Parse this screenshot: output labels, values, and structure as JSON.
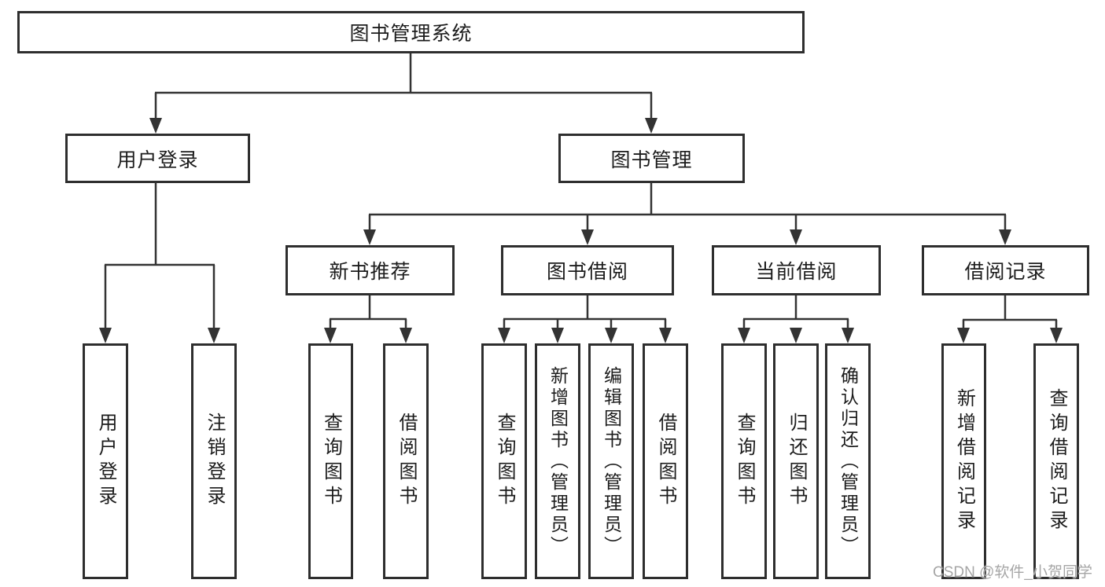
{
  "title": "图书管理系统",
  "watermark": "CSDN @软件_小贺同学",
  "nodes": {
    "root": "图书管理系统",
    "userLogin": "用户登录",
    "bookManagement": "图书管理",
    "newBookRecommend": "新书推荐",
    "bookBorrowing": "图书借阅",
    "currentBorrowing": "当前借阅",
    "borrowRecords": "借阅记录",
    "leafUserLogin": "用户登录",
    "leafLogout": "注销登录",
    "leafQueryBookA": "查询图书",
    "leafBorrowBookA": "借阅图书",
    "leafQueryBookB": "查询图书",
    "leafAddBookAdmin": "新增图书（管理员）",
    "leafEditBookAdmin": "编辑图书（管理员）",
    "leafBorrowBookB": "借阅图书",
    "leafQueryBookC": "查询图书",
    "leafReturnBook": "归还图书",
    "leafConfirmReturnAdmin": "确认归还（管理员）",
    "leafAddBorrowRecord": "新增借阅记录",
    "leafQueryBorrowRecord": "查询借阅记录"
  },
  "hierarchy": {
    "图书管理系统": {
      "用户登录": [
        "用户登录",
        "注销登录"
      ],
      "图书管理": {
        "新书推荐": [
          "查询图书",
          "借阅图书"
        ],
        "图书借阅": [
          "查询图书",
          "新增图书（管理员）",
          "编辑图书（管理员）",
          "借阅图书"
        ],
        "当前借阅": [
          "查询图书",
          "归还图书",
          "确认归还（管理员）"
        ],
        "借阅记录": [
          "新增借阅记录",
          "查询借阅记录"
        ]
      }
    }
  },
  "colors": {
    "line": "#333333",
    "border": "#2e2e2e",
    "text": "#1c1c1c",
    "watermark": "#a6a6a6",
    "background": "#ffffff"
  }
}
